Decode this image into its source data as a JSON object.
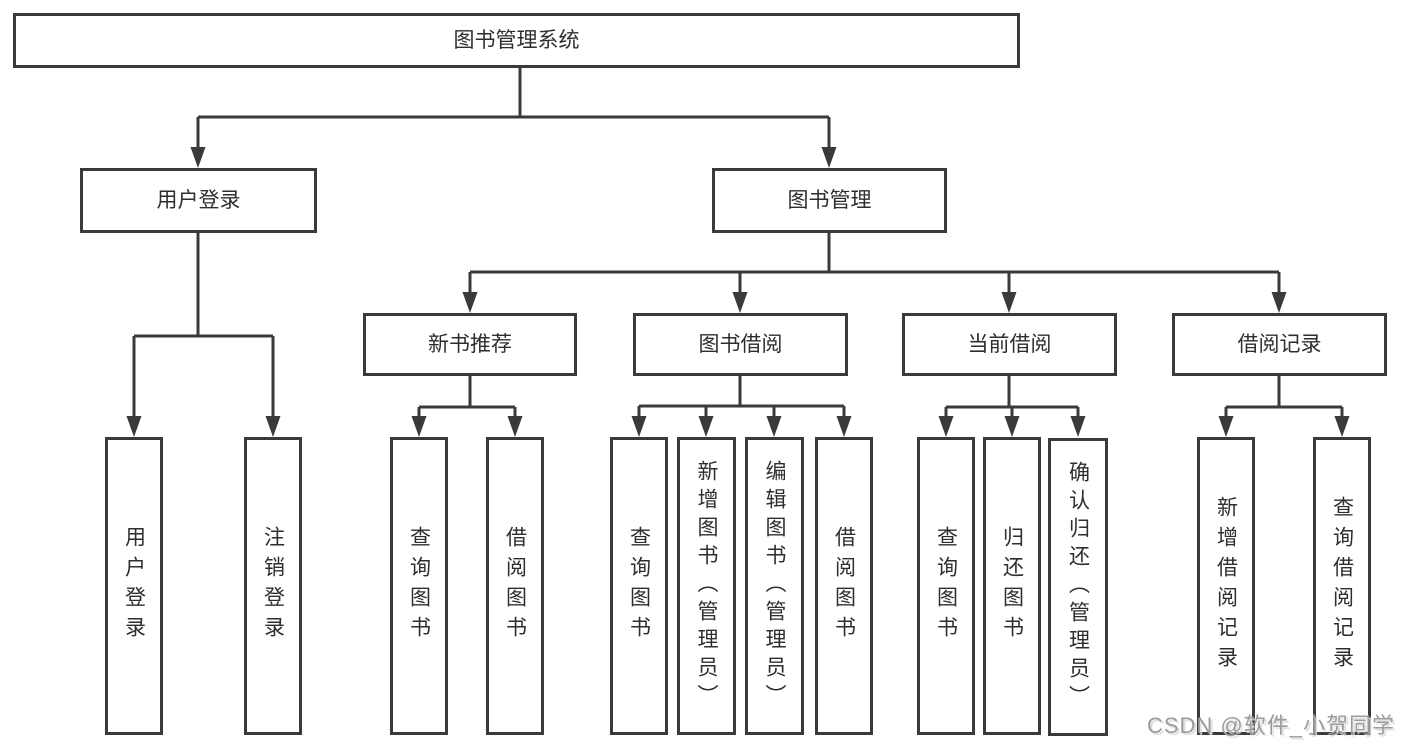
{
  "colors": {
    "line": "#3a3a3a",
    "box_border": "#3a3a3a",
    "box_background": "#ffffff",
    "text": "#2e2e2e",
    "watermark": "#9c9c9c"
  },
  "tree": {
    "root": "图书管理系统",
    "branches": [
      {
        "label": "用户登录",
        "children": [
          "用户登录",
          "注销登录"
        ]
      },
      {
        "label": "图书管理",
        "groups": [
          {
            "label": "新书推荐",
            "children": [
              "查询图书",
              "借阅图书"
            ]
          },
          {
            "label": "图书借阅",
            "children": [
              "查询图书",
              "新增图书（管理员）",
              "编辑图书（管理员）",
              "借阅图书"
            ]
          },
          {
            "label": "当前借阅",
            "children": [
              "查询图书",
              "归还图书",
              "确认归还（管理员）"
            ]
          },
          {
            "label": "借阅记录",
            "children": [
              "新增借阅记录",
              "查询借阅记录"
            ]
          }
        ]
      }
    ]
  },
  "watermark": "CSDN @软件_小贺同学"
}
